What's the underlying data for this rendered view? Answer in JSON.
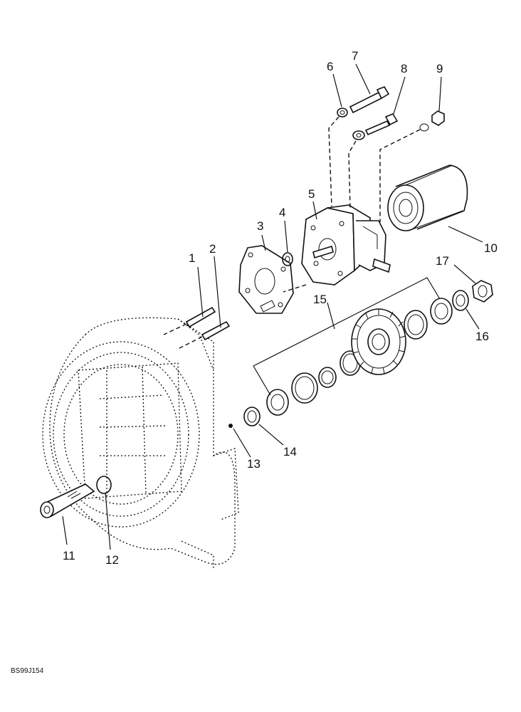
{
  "figure_code": "BS99J154",
  "callouts": {
    "c1": "1",
    "c2": "2",
    "c3": "3",
    "c4": "4",
    "c5": "5",
    "c6": "6",
    "c7": "7",
    "c8": "8",
    "c9": "9",
    "c10": "10",
    "c11": "11",
    "c12": "12",
    "c13": "13",
    "c14": "14",
    "c15": "15",
    "c16": "16",
    "c17": "17"
  }
}
